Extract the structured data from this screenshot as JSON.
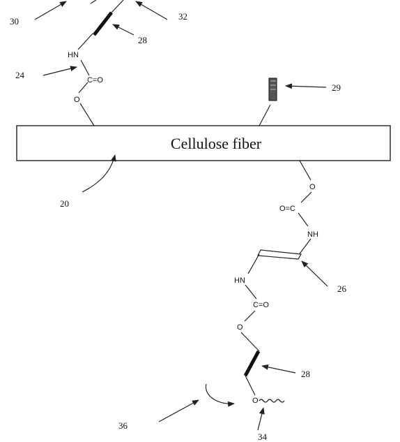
{
  "fiber": {
    "label": "Cellulose fiber"
  },
  "reference_numerals": {
    "r20": "20",
    "r24": "24",
    "r26": "26",
    "r28_top": "28",
    "r28_bottom": "28",
    "r29": "29",
    "r30": "30",
    "r32": "32",
    "r34": "34",
    "r36": "36"
  },
  "atoms": {
    "top_hn": "HN",
    "top_co": "C=O",
    "top_o": "O",
    "right_o": "O",
    "right_co": "O=C",
    "right_nh": "NH",
    "lower_hn": "HN",
    "lower_co": "C=O",
    "lower_o": "O",
    "end_o": "O"
  },
  "colors": {
    "ink": "#111111",
    "background": "#ffffff"
  }
}
